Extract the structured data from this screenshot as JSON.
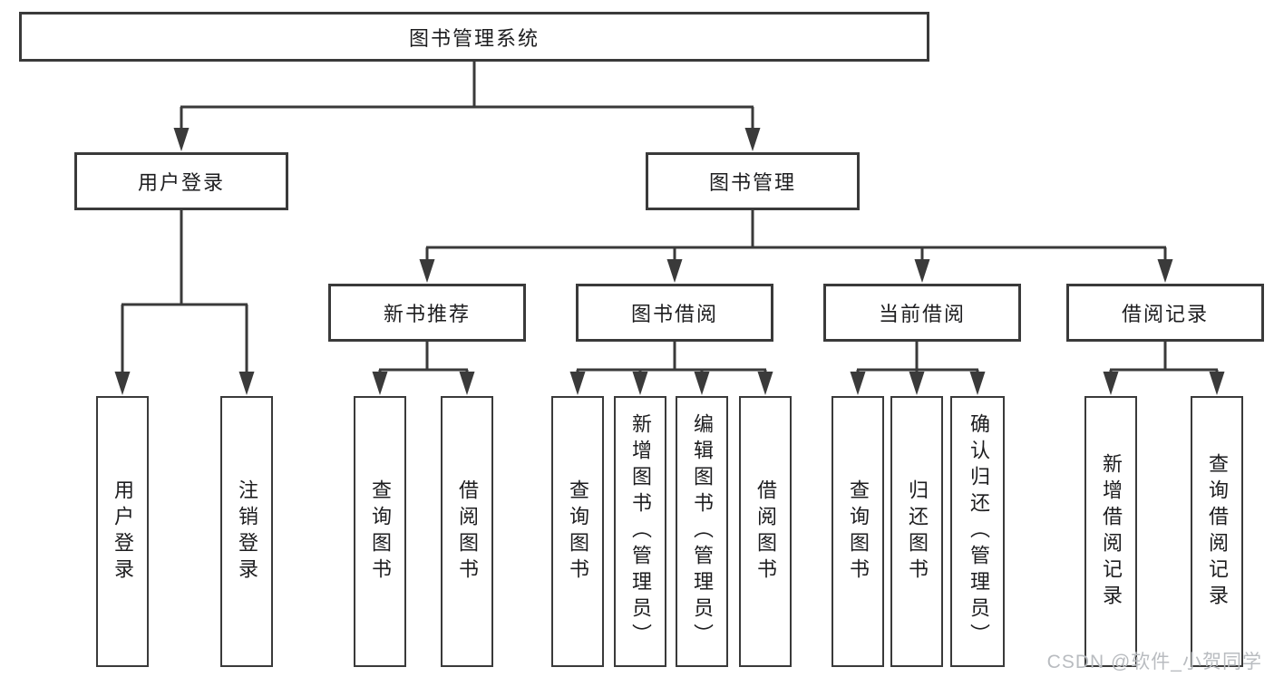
{
  "colors": {
    "line": "#3a3a3a",
    "text": "#1d1d1f",
    "watermark": "#b9bcc0",
    "background": "#ffffff"
  },
  "watermark": "CSDN @软件_小贺同学",
  "tree": {
    "root": {
      "label": "图书管理系统",
      "children": [
        {
          "label": "用户登录",
          "children": [
            {
              "label": "用户登录"
            },
            {
              "label": "注销登录"
            }
          ]
        },
        {
          "label": "图书管理",
          "children": [
            {
              "label": "新书推荐",
              "children": [
                {
                  "label": "查询图书"
                },
                {
                  "label": "借阅图书"
                }
              ]
            },
            {
              "label": "图书借阅",
              "children": [
                {
                  "label": "查询图书"
                },
                {
                  "label": "新增图书（管理员）"
                },
                {
                  "label": "编辑图书（管理员）"
                },
                {
                  "label": "借阅图书"
                }
              ]
            },
            {
              "label": "当前借阅",
              "children": [
                {
                  "label": "查询图书"
                },
                {
                  "label": "归还图书"
                },
                {
                  "label": "确认归还（管理员）"
                }
              ]
            },
            {
              "label": "借阅记录",
              "children": [
                {
                  "label": "新增借阅记录"
                },
                {
                  "label": "查询借阅记录"
                }
              ]
            }
          ]
        }
      ]
    }
  }
}
